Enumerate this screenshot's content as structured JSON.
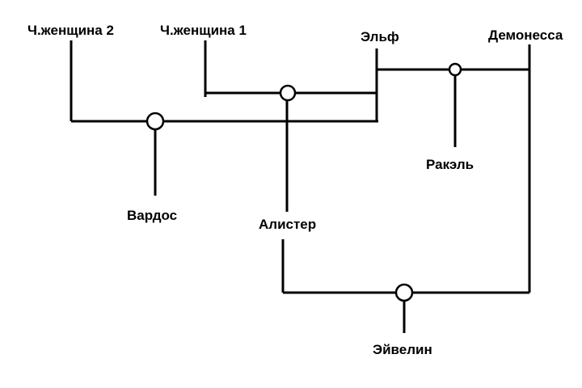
{
  "people": {
    "human_woman_2": "Ч.женщина 2",
    "human_woman_1": "Ч.женщина 1",
    "elf": "Эльф",
    "demoness": "Демонесса",
    "rakel": "Ракэль",
    "vardos": "Вардос",
    "alister": "Алистер",
    "eyvelin": "Эйвелин"
  },
  "colors": {
    "line": "#000000",
    "background": "#ffffff"
  }
}
